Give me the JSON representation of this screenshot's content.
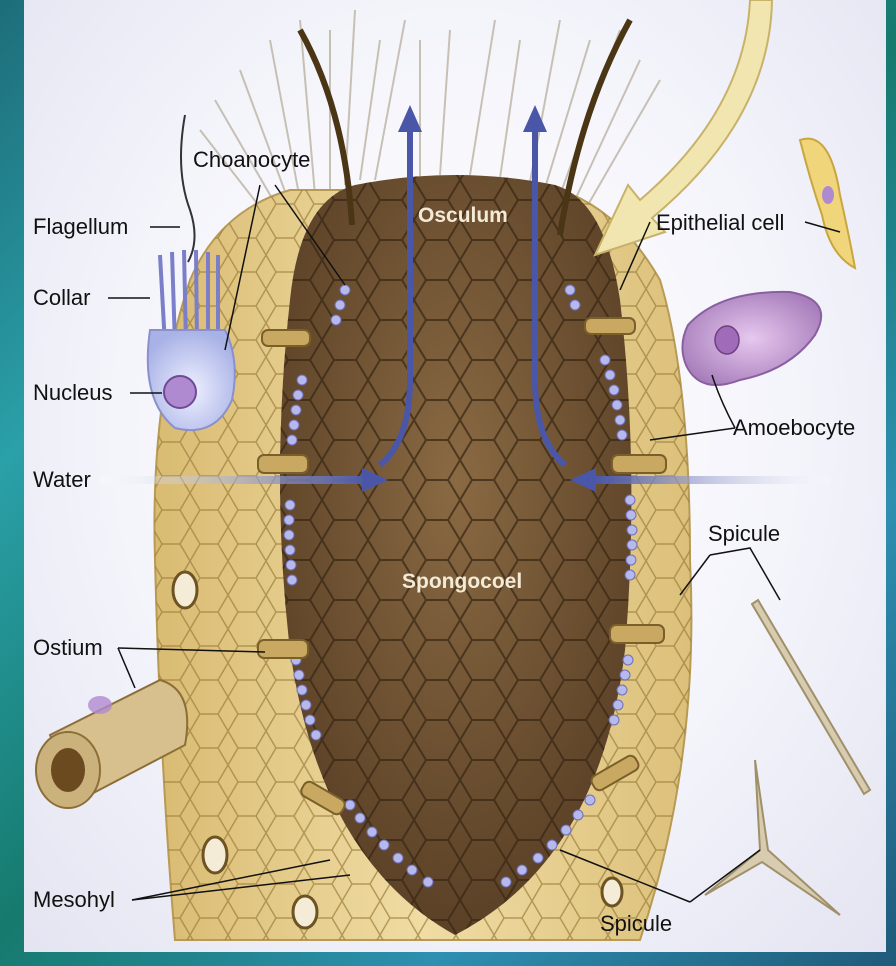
{
  "diagram": {
    "labels": {
      "choanocyte": "Choanocyte",
      "flagellum": "Flagellum",
      "collar": "Collar",
      "nucleus": "Nucleus",
      "water": "Water",
      "ostium": "Ostium",
      "mesohyl": "Mesohyl",
      "osculum": "Osculum",
      "spongocoel": "Spongocoel",
      "epithelial_cell": "Epithelial cell",
      "amoebocyte": "Amoebocyte",
      "spicule_upper": "Spicule",
      "spicule_lower": "Spicule"
    }
  },
  "colors": {
    "flow_arrow": "#4a57a8",
    "sponge_wall": "#e8cf8e",
    "spongocoel": "#6e5232",
    "choanocyte": "#b7b8ec",
    "amoebocyte": "#b48ac4",
    "spicule": "#d8ccb0"
  }
}
